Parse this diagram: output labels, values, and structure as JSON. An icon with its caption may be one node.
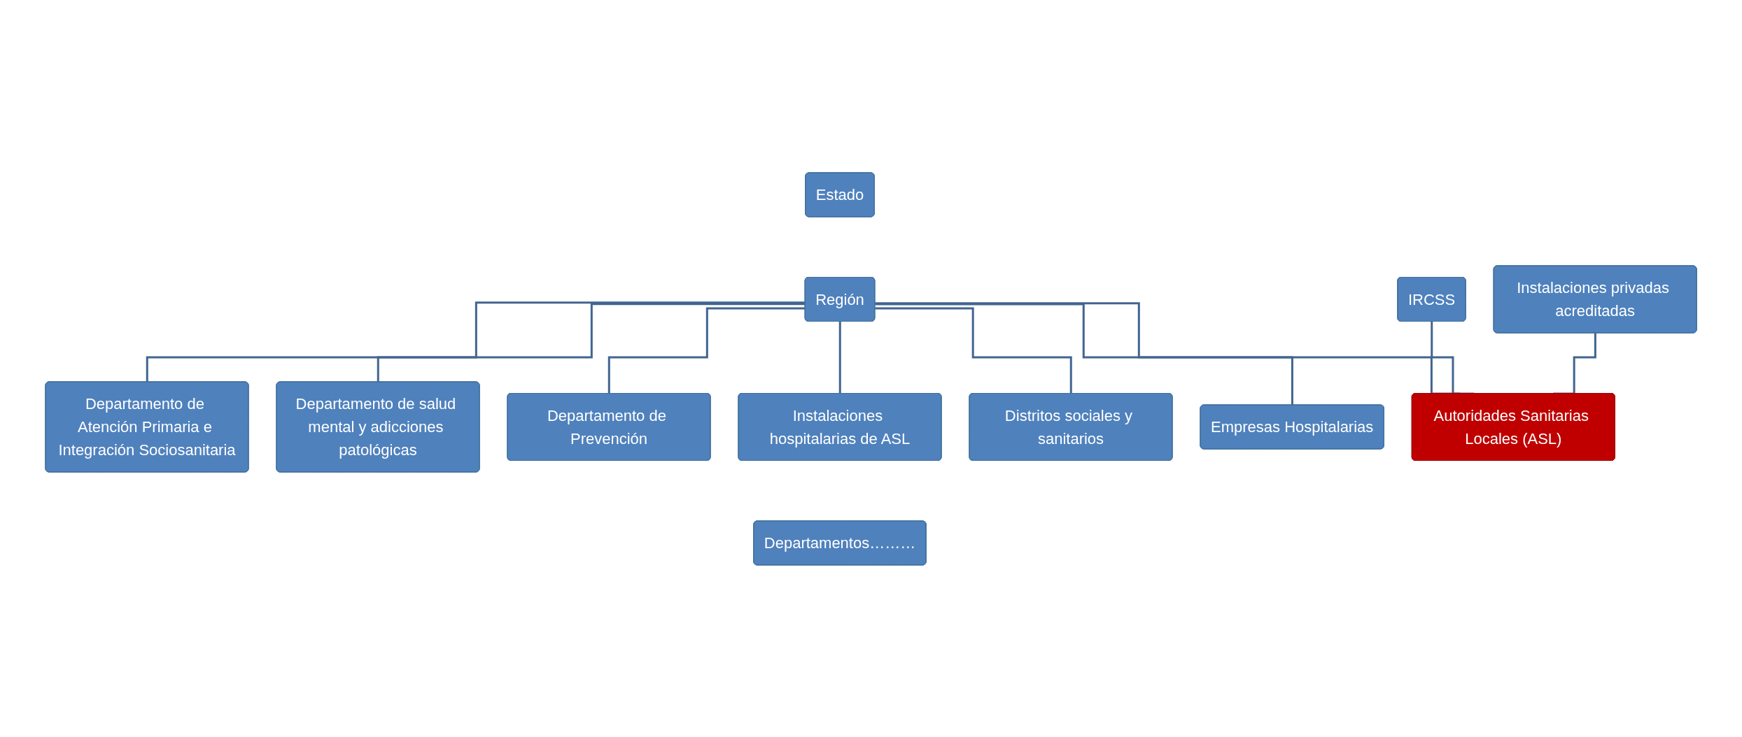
{
  "diagram": {
    "nodes": [
      {
        "text": [
          "Estado"
        ]
      },
      {
        "text": [
          "Región"
        ]
      },
      {
        "text": [
          "IRCSS"
        ]
      },
      {
        "text": [
          "Autoridades Sanitarias Locales (ASL)"
        ]
      },
      {
        "text": [
          "Empresas Hospitalarias"
        ]
      },
      {
        "text": [
          "Instalaciones privadas acreditadas"
        ]
      },
      {
        "text": [
          "Distritos sociales y sanitarios"
        ]
      },
      {
        "text": [
          "Instalaciones hospitalarias de ASL"
        ]
      },
      {
        "text": [
          "Departamento de Prevención"
        ]
      },
      {
        "text": [
          "Departamento de salud mental y adicciones patológicas"
        ]
      },
      {
        "text": [
          "Departamento de Atención Primaria e Integración Sociosanitaria"
        ]
      },
      {
        "text": [
          "Departamentos………"
        ]
      }
    ],
    "edges": [
      {
        "from": 2,
        "to": 3,
        "arrow": "none"
      },
      {
        "from": 1,
        "to": 3,
        "arrow": "none"
      },
      {
        "from": 1,
        "to": 4,
        "arrow": "none"
      },
      {
        "from": 5,
        "to": 3,
        "arrow": "none"
      },
      {
        "from": 1,
        "to": 6,
        "arrow": "none"
      },
      {
        "from": 1,
        "to": 7,
        "arrow": "none"
      },
      {
        "from": 1,
        "to": 8,
        "arrow": "none"
      },
      {
        "from": 1,
        "to": 9,
        "arrow": "none"
      },
      {
        "from": 1,
        "to": 10,
        "arrow": "none"
      }
    ]
  }
}
